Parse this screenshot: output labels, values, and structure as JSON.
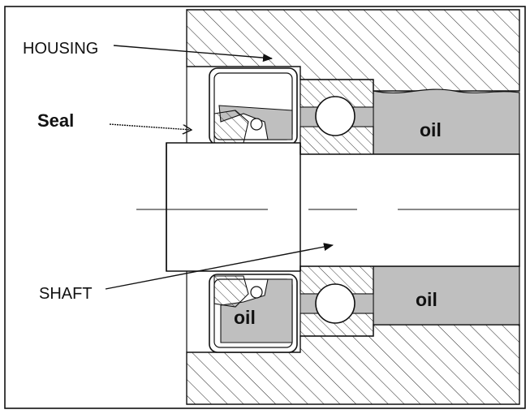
{
  "labels": {
    "housing": "HOUSING",
    "seal": "Seal",
    "shaft": "SHAFT",
    "oil_upper_right": "oil",
    "oil_lower_right": "oil",
    "oil_lower_seal": "oil"
  },
  "colors": {
    "ink": "#111111",
    "oil_fill": "#bfbfbf",
    "background": "#ffffff"
  }
}
